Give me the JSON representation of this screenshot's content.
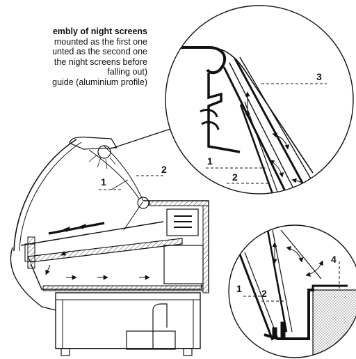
{
  "legend": {
    "title": "embly of night screens",
    "lines": [
      "mounted as the first one",
      "unted as the second one",
      "the night screens before",
      "falling out)",
      "guide (aluminium profile)"
    ]
  },
  "callouts": {
    "main_1": "1",
    "main_2": "2",
    "top_1": "1",
    "top_2": "2",
    "top_3": "3",
    "bottom_1": "1",
    "bottom_2": "2",
    "bottom_4": "4"
  }
}
